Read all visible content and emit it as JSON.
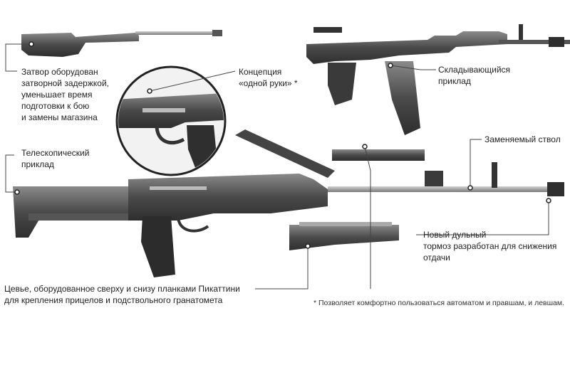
{
  "labels": {
    "bolt": "Затвор оборудован\nзатворной задержкой,\nуменьшает время\nподготовки к бою\nи замены магазина",
    "one_hand": "Концепция\n«одной руки» *",
    "folding_stock": "Складывающийся\nприклад",
    "telescopic_stock": "Телескопический\nприклад",
    "barrel": "Заменяемый ствол",
    "muzzle_brake": "Новый дульный\nтормоз разработан для снижения\nотдачи",
    "handguard": "Цевье, оборудованное сверху и снизу планками Пикаттини\nдля крепления прицелов и подствольного гранатомета"
  },
  "footnote": "* Позволяет комфортно пользоваться автоматом и правшам, и левшам.",
  "colors": {
    "metal_dark": "#3a3a3a",
    "metal_mid": "#6b6b6b",
    "metal_light": "#a8a8a8",
    "line": "#444444"
  }
}
